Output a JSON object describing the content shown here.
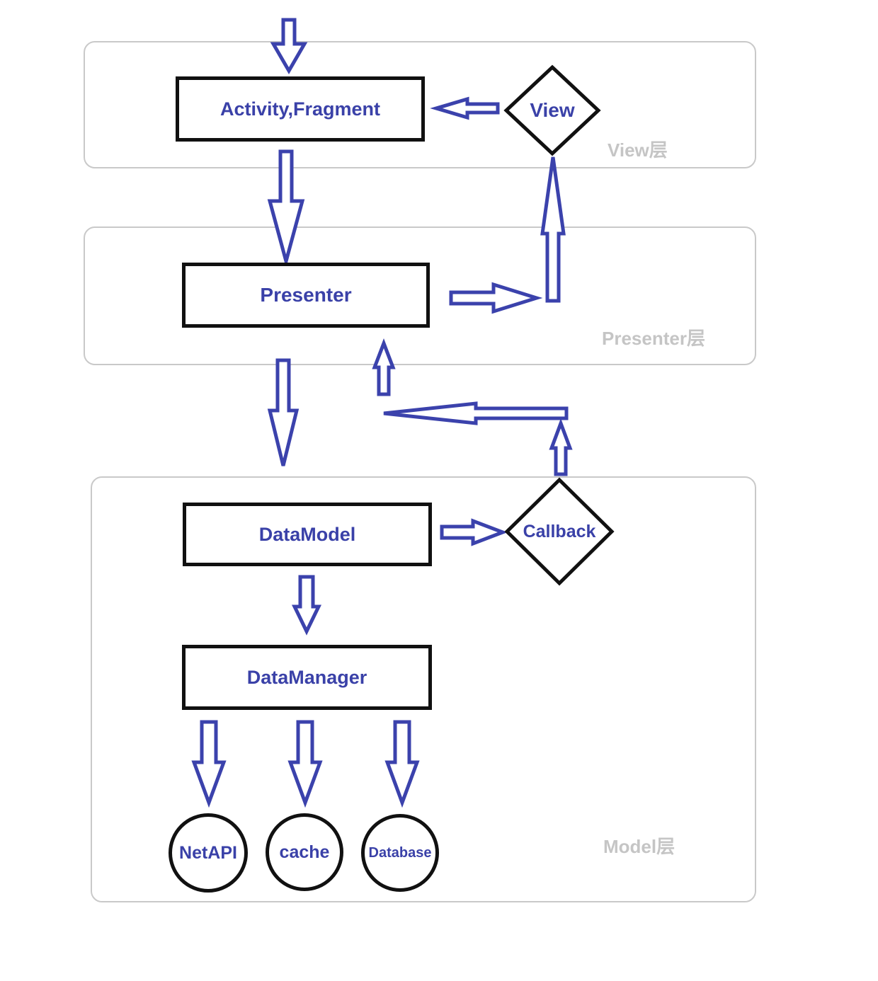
{
  "diagram": {
    "title": "MVP architecture diagram",
    "layers": [
      {
        "id": "view-layer",
        "label": "View层"
      },
      {
        "id": "presenter-layer",
        "label": "Presenter层"
      },
      {
        "id": "model-layer",
        "label": "Model层"
      }
    ],
    "nodes": {
      "activity": {
        "label": "Activity,Fragment",
        "shape": "rect",
        "layer": "view-layer"
      },
      "view": {
        "label": "View",
        "shape": "diamond",
        "layer": "view-layer"
      },
      "presenter": {
        "label": "Presenter",
        "shape": "rect",
        "layer": "presenter-layer"
      },
      "datamodel": {
        "label": "DataModel",
        "shape": "rect",
        "layer": "model-layer"
      },
      "callback": {
        "label": "Callback",
        "shape": "diamond",
        "layer": "model-layer"
      },
      "datamanager": {
        "label": "DataManager",
        "shape": "rect",
        "layer": "model-layer"
      },
      "netapi": {
        "label": "NetAPI",
        "shape": "circle",
        "layer": "model-layer"
      },
      "cache": {
        "label": "cache",
        "shape": "circle",
        "layer": "model-layer"
      },
      "database": {
        "label": "Database",
        "shape": "circle",
        "layer": "model-layer"
      }
    },
    "edges": [
      {
        "from": "external",
        "to": "activity",
        "direction": "down",
        "style": "hollow-arrow"
      },
      {
        "from": "view",
        "to": "activity",
        "direction": "left",
        "style": "hollow-arrow"
      },
      {
        "from": "activity",
        "to": "presenter",
        "direction": "down",
        "style": "hollow-arrow"
      },
      {
        "from": "presenter",
        "to": "view",
        "direction": "right-then-up",
        "style": "hollow-arrow"
      },
      {
        "from": "model-layer",
        "to": "presenter",
        "direction": "up",
        "style": "hollow-arrow"
      },
      {
        "from": "presenter",
        "to": "datamodel",
        "direction": "down",
        "style": "hollow-arrow"
      },
      {
        "from": "callback",
        "to": "presenter",
        "direction": "up-then-left",
        "style": "hollow-arrow"
      },
      {
        "from": "datamodel",
        "to": "callback",
        "direction": "right",
        "style": "hollow-arrow"
      },
      {
        "from": "datamodel",
        "to": "datamanager",
        "direction": "down",
        "style": "hollow-arrow"
      },
      {
        "from": "datamanager",
        "to": "netapi",
        "direction": "down",
        "style": "hollow-arrow"
      },
      {
        "from": "datamanager",
        "to": "cache",
        "direction": "down",
        "style": "hollow-arrow"
      },
      {
        "from": "datamanager",
        "to": "database",
        "direction": "down",
        "style": "hollow-arrow"
      }
    ],
    "colors": {
      "arrow": "#3b42ac",
      "node_text": "#3a41a8",
      "shape_border": "#111111",
      "panel_border": "#c9c9c9",
      "panel_label": "#c5c5c5",
      "background": "#ffffff"
    }
  }
}
